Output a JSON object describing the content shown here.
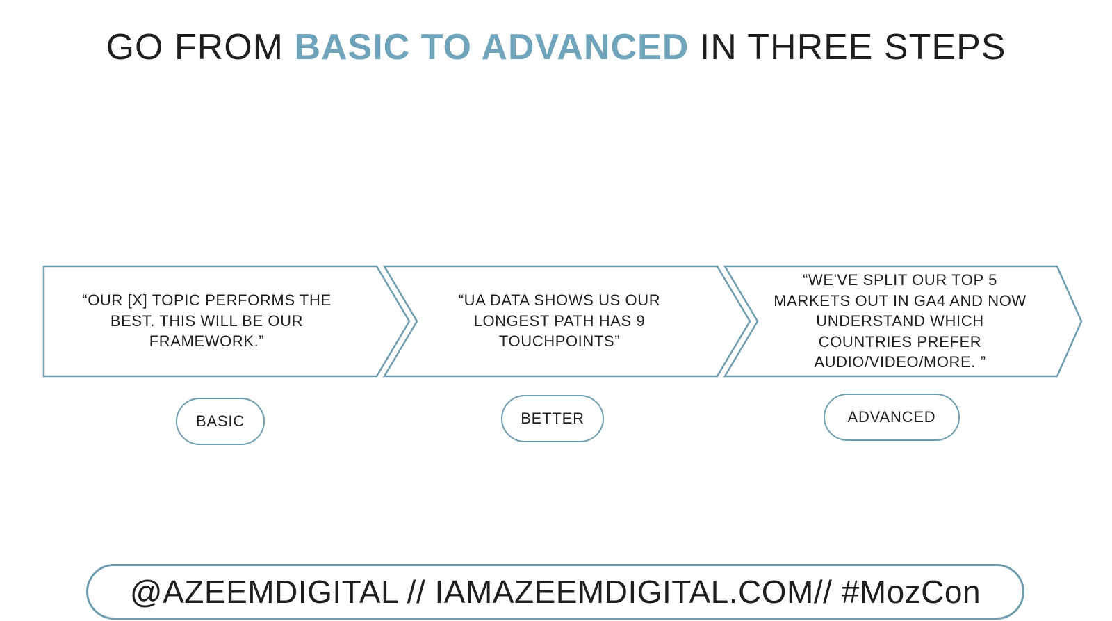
{
  "title": {
    "prefix": "GO FROM ",
    "highlight": "BASIC TO ADVANCED",
    "suffix": " IN THREE STEPS"
  },
  "colors": {
    "accent": "#6fa4bb",
    "outline": "#6f9db0",
    "text": "#1e1e1e",
    "background": "#ffffff"
  },
  "steps": [
    {
      "quote": "“OUR [X] TOPIC PERFORMS THE BEST. THIS WILL BE OUR FRAMEWORK.”",
      "label": "BASIC"
    },
    {
      "quote": "“UA DATA SHOWS US OUR LONGEST PATH HAS 9 TOUCHPOINTS”",
      "label": "BETTER"
    },
    {
      "quote": "“WE'VE SPLIT OUR TOP 5 MARKETS OUT IN GA4 AND NOW UNDERSTAND WHICH COUNTRIES PREFER AUDIO/VIDEO/MORE. ”",
      "label": "ADVANCED"
    }
  ],
  "footer": {
    "text": "@AZEEMDIGITAL // IAMAZEEMDIGITAL.COM// #MozCon"
  }
}
